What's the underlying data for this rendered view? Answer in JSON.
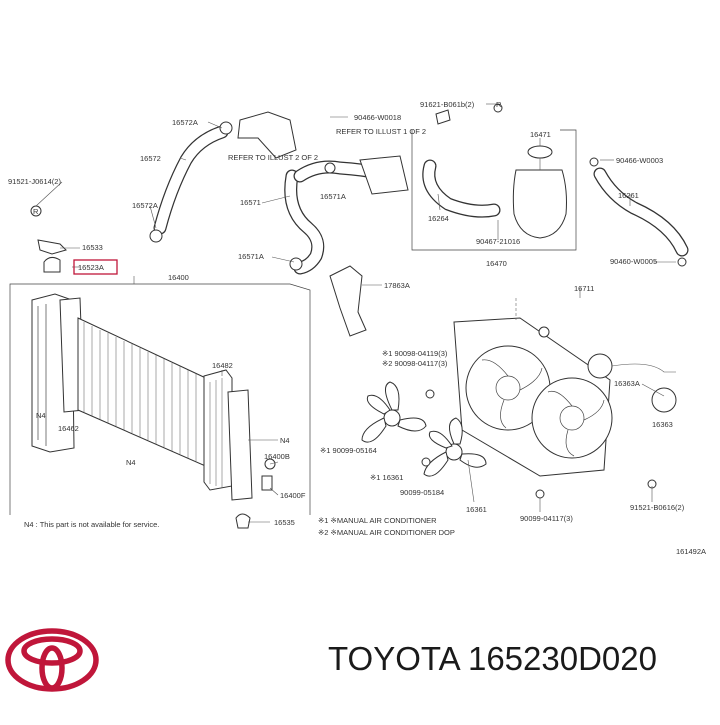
{
  "labels": {
    "l_91621_b": "91621-B061b(2)",
    "r_top": "R",
    "l_16572a_top": "16572A",
    "l_90466_w0018": "90466-W0018",
    "l_refer_a": "REFER TO ILLUST 1 OF 2",
    "l_refer_b": "REFER TO ILLUST 2 OF 2",
    "l_16471": "16471",
    "l_91521_j0614": "91521-J0614(2)",
    "l_16572": "16572",
    "l_90466_w0003": "90466-W0003",
    "l_16261": "16261",
    "r_left": "R",
    "l_16572a_mid": "16572A",
    "l_16571": "16571",
    "l_16571a_top": "16571A",
    "l_16264": "16264",
    "l_90467_21016": "90467-21016",
    "l_16533": "16533",
    "l_16523a": "16523A",
    "l_16571a_low": "16571A",
    "l_16470": "16470",
    "l_90460_w0005": "90460-W0005",
    "l_16400": "16400",
    "l_17863a": "17863A",
    "l_16711": "16711",
    "l_16482": "16482",
    "l_90098_a": "※1 90098-04119(3)",
    "l_90098_b": "※2 90098-04117(3)",
    "l_16363a": "16363A",
    "l_n4_a": "N4",
    "l_16462": "16462",
    "l_n4_b": "N4",
    "l_n4_c": "N4",
    "l_16400b": "16400B",
    "l_16400f": "16400F",
    "l_16361": "※1 16361",
    "l_16363": "16363",
    "l_90099": "※1 90099-05164",
    "l_90099_b": "90099-05184",
    "l_16361_b": "16361",
    "l_91521_b": "91521-B0616(2)",
    "l_90099_c": "90099-04117(3)",
    "l_16535": "16535",
    "note_n4": "N4 : This part is not available for service.",
    "note_x1": "※1 ※MANUAL AIR CONDITIONER",
    "note_x2": "※2 ※MANUAL AIR CONDITIONER DOP",
    "l_fig": "161492A"
  },
  "caption": "TOYOTA 165230D020",
  "colors": {
    "brand": "#c0163a",
    "highlight": "#c0163a",
    "line": "#333333"
  },
  "icons": {
    "logo": "toyota-logo-icon"
  }
}
